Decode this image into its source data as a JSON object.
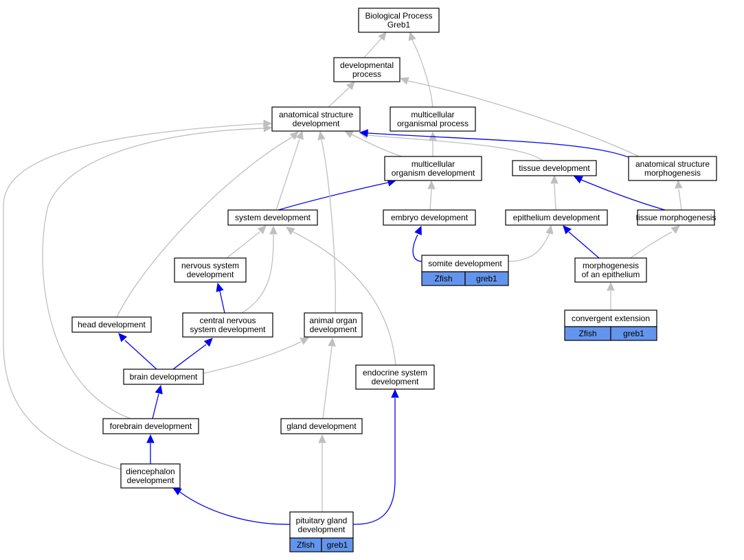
{
  "nodes": [
    {
      "id": "biological-process",
      "label": [
        "Biological Process",
        "Greb1"
      ]
    },
    {
      "id": "developmental-process",
      "label": [
        "developmental",
        "process"
      ]
    },
    {
      "id": "anatomical-structure-development",
      "label": [
        "anatomical structure",
        "development"
      ]
    },
    {
      "id": "multicellular-organismal-process",
      "label": [
        "multicellular",
        "organismal process"
      ]
    },
    {
      "id": "multicellular-organism-development",
      "label": [
        "multicellular",
        "organism development"
      ]
    },
    {
      "id": "tissue-development",
      "label": [
        "tissue development"
      ]
    },
    {
      "id": "anatomical-structure-morphogenesis",
      "label": [
        "anatomical structure",
        "morphogenesis"
      ]
    },
    {
      "id": "system-development",
      "label": [
        "system development"
      ]
    },
    {
      "id": "embryo-development",
      "label": [
        "embryo development"
      ]
    },
    {
      "id": "epithelium-development",
      "label": [
        "epithelium development"
      ]
    },
    {
      "id": "tissue-morphogenesis",
      "label": [
        "tissue morphogenesis"
      ]
    },
    {
      "id": "nervous-system-development",
      "label": [
        "nervous system",
        "development"
      ]
    },
    {
      "id": "somite-development",
      "label": [
        "somite development"
      ],
      "annotation": [
        "Zfish",
        "greb1"
      ]
    },
    {
      "id": "morphogenesis-of-an-epithelium",
      "label": [
        "morphogenesis",
        "of an epithelium"
      ]
    },
    {
      "id": "head-development",
      "label": [
        "head development"
      ]
    },
    {
      "id": "central-nervous-system-development",
      "label": [
        "central nervous",
        "system development"
      ]
    },
    {
      "id": "animal-organ-development",
      "label": [
        "animal organ",
        "development"
      ]
    },
    {
      "id": "convergent-extension",
      "label": [
        "convergent extension"
      ],
      "annotation": [
        "Zfish",
        "greb1"
      ]
    },
    {
      "id": "brain-development",
      "label": [
        "brain development"
      ]
    },
    {
      "id": "endocrine-system-development",
      "label": [
        "endocrine system",
        "development"
      ]
    },
    {
      "id": "forebrain-development",
      "label": [
        "forebrain development"
      ]
    },
    {
      "id": "gland-development",
      "label": [
        "gland development"
      ]
    },
    {
      "id": "diencephalon-development",
      "label": [
        "diencephalon",
        "development"
      ]
    },
    {
      "id": "pituitary-gland-development",
      "label": [
        "pituitary gland",
        "development"
      ],
      "annotation": [
        "Zfish",
        "greb1"
      ]
    }
  ],
  "edges": [
    {
      "from": "developmental-process",
      "to": "biological-process",
      "kind": "is_a"
    },
    {
      "from": "multicellular-organismal-process",
      "to": "biological-process",
      "kind": "is_a"
    },
    {
      "from": "anatomical-structure-development",
      "to": "developmental-process",
      "kind": "is_a"
    },
    {
      "from": "anatomical-structure-morphogenesis",
      "to": "developmental-process",
      "kind": "is_a"
    },
    {
      "from": "multicellular-organism-development",
      "to": "anatomical-structure-development",
      "kind": "is_a"
    },
    {
      "from": "multicellular-organism-development",
      "to": "multicellular-organismal-process",
      "kind": "is_a"
    },
    {
      "from": "tissue-development",
      "to": "anatomical-structure-development",
      "kind": "is_a"
    },
    {
      "from": "anatomical-structure-morphogenesis",
      "to": "anatomical-structure-development",
      "kind": "part_of"
    },
    {
      "from": "system-development",
      "to": "anatomical-structure-development",
      "kind": "is_a"
    },
    {
      "from": "system-development",
      "to": "multicellular-organism-development",
      "kind": "part_of"
    },
    {
      "from": "embryo-development",
      "to": "multicellular-organism-development",
      "kind": "is_a"
    },
    {
      "from": "epithelium-development",
      "to": "tissue-development",
      "kind": "is_a"
    },
    {
      "from": "tissue-morphogenesis",
      "to": "tissue-development",
      "kind": "part_of"
    },
    {
      "from": "tissue-morphogenesis",
      "to": "anatomical-structure-morphogenesis",
      "kind": "is_a"
    },
    {
      "from": "nervous-system-development",
      "to": "system-development",
      "kind": "is_a"
    },
    {
      "from": "somite-development",
      "to": "embryo-development",
      "kind": "part_of"
    },
    {
      "from": "somite-development",
      "to": "epithelium-development",
      "kind": "is_a"
    },
    {
      "from": "morphogenesis-of-an-epithelium",
      "to": "epithelium-development",
      "kind": "part_of"
    },
    {
      "from": "morphogenesis-of-an-epithelium",
      "to": "tissue-morphogenesis",
      "kind": "is_a"
    },
    {
      "from": "head-development",
      "to": "anatomical-structure-development",
      "kind": "is_a"
    },
    {
      "from": "central-nervous-system-development",
      "to": "nervous-system-development",
      "kind": "part_of"
    },
    {
      "from": "central-nervous-system-development",
      "to": "system-development",
      "kind": "is_a"
    },
    {
      "from": "animal-organ-development",
      "to": "anatomical-structure-development",
      "kind": "is_a"
    },
    {
      "from": "convergent-extension",
      "to": "morphogenesis-of-an-epithelium",
      "kind": "is_a"
    },
    {
      "from": "brain-development",
      "to": "head-development",
      "kind": "part_of"
    },
    {
      "from": "brain-development",
      "to": "central-nervous-system-development",
      "kind": "part_of"
    },
    {
      "from": "brain-development",
      "to": "animal-organ-development",
      "kind": "is_a"
    },
    {
      "from": "endocrine-system-development",
      "to": "system-development",
      "kind": "is_a"
    },
    {
      "from": "forebrain-development",
      "to": "brain-development",
      "kind": "part_of"
    },
    {
      "from": "forebrain-development",
      "to": "anatomical-structure-development",
      "kind": "is_a"
    },
    {
      "from": "gland-development",
      "to": "animal-organ-development",
      "kind": "is_a"
    },
    {
      "from": "diencephalon-development",
      "to": "forebrain-development",
      "kind": "part_of"
    },
    {
      "from": "diencephalon-development",
      "to": "anatomical-structure-development",
      "kind": "is_a"
    },
    {
      "from": "pituitary-gland-development",
      "to": "diencephalon-development",
      "kind": "part_of"
    },
    {
      "from": "pituitary-gland-development",
      "to": "gland-development",
      "kind": "is_a"
    },
    {
      "from": "pituitary-gland-development",
      "to": "endocrine-system-development",
      "kind": "part_of"
    }
  ],
  "colors": {
    "is_a_edge": "#bfbfbf",
    "part_of_edge": "#0000ee",
    "annotation_fill": "#6495ed",
    "node_border": "#000000",
    "background": "#ffffff"
  }
}
